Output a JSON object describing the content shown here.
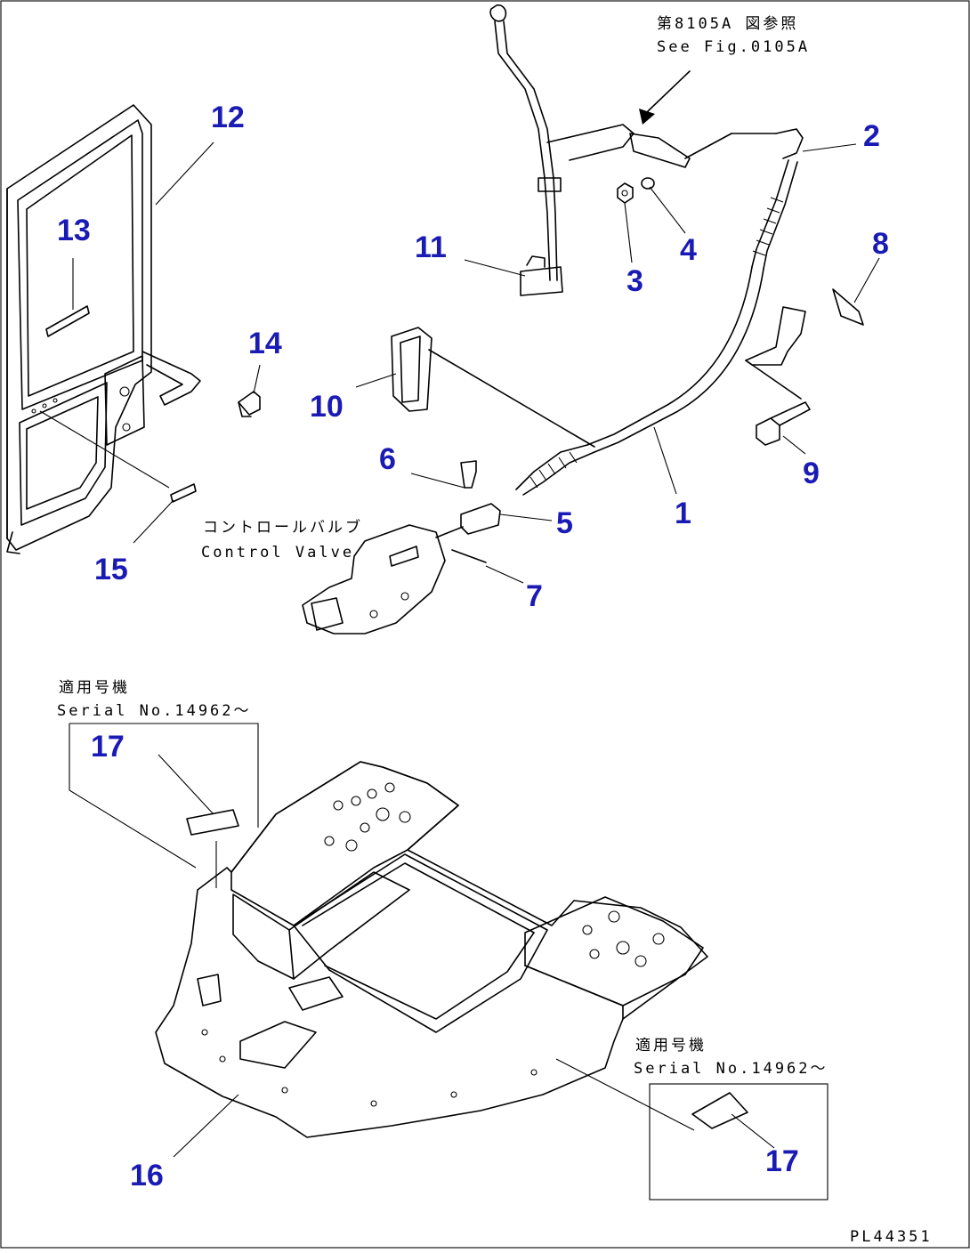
{
  "diagram": {
    "drawing_code": "PL44351",
    "notes": {
      "fig_ref_jp": "第8105A 図参照",
      "fig_ref_en": "See Fig.0105A",
      "valve_jp": "コントロールバルブ",
      "valve_en": "Control Valve",
      "serial_jp_top": "適用号機",
      "serial_en_top": "Serial No.14962～",
      "serial_jp_bottom": "適用号機",
      "serial_en_bottom": "Serial No.14962～"
    },
    "callouts": [
      "1",
      "2",
      "3",
      "4",
      "5",
      "6",
      "7",
      "8",
      "9",
      "10",
      "11",
      "12",
      "13",
      "14",
      "15",
      "16",
      "17",
      "17"
    ],
    "colors": {
      "callout": "#1a1ab4",
      "line": "#000000",
      "background": "#ffffff"
    }
  }
}
